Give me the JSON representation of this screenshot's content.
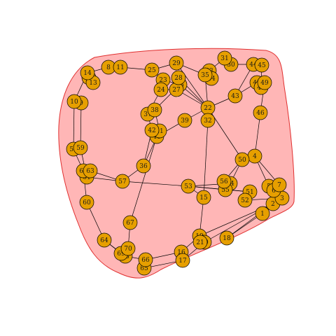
{
  "colors": {
    "node_fill": "#E69F00",
    "node_stroke": "#000000",
    "edge": "#000000",
    "group_fill": "#FFB6B6",
    "group_stroke": "#E03030"
  },
  "nodes": [
    "1",
    "2",
    "3",
    "4",
    "5",
    "6",
    "7",
    "8",
    "9",
    "10",
    "11",
    "12",
    "13",
    "14",
    "15",
    "16",
    "17",
    "18",
    "19",
    "20",
    "21",
    "22",
    "23",
    "24",
    "25",
    "26",
    "27",
    "28",
    "29",
    "30",
    "31",
    "32",
    "33",
    "34",
    "35",
    "36",
    "37",
    "38",
    "39",
    "40",
    "41",
    "42",
    "43",
    "44",
    "45",
    "46",
    "47",
    "48",
    "49",
    "50",
    "51",
    "52",
    "53",
    "54",
    "55",
    "56",
    "57",
    "58",
    "59",
    "60",
    "61",
    "62",
    "63",
    "64",
    "65",
    "66",
    "67",
    "68",
    "69",
    "70"
  ],
  "edges": [
    [
      "14",
      "13"
    ],
    [
      "14",
      "12"
    ],
    [
      "14",
      "8"
    ],
    [
      "12",
      "13"
    ],
    [
      "8",
      "11"
    ],
    [
      "11",
      "25"
    ],
    [
      "25",
      "29"
    ],
    [
      "14",
      "10"
    ],
    [
      "10",
      "9"
    ],
    [
      "10",
      "58"
    ],
    [
      "9",
      "59"
    ],
    [
      "58",
      "62"
    ],
    [
      "59",
      "61"
    ],
    [
      "62",
      "63"
    ],
    [
      "61",
      "63"
    ],
    [
      "62",
      "60"
    ],
    [
      "63",
      "57"
    ],
    [
      "61",
      "57"
    ],
    [
      "57",
      "53"
    ],
    [
      "60",
      "64"
    ],
    [
      "64",
      "69"
    ],
    [
      "64",
      "68"
    ],
    [
      "69",
      "70"
    ],
    [
      "70",
      "68"
    ],
    [
      "68",
      "66"
    ],
    [
      "66",
      "65"
    ],
    [
      "65",
      "17"
    ],
    [
      "66",
      "16"
    ],
    [
      "16",
      "17"
    ],
    [
      "16",
      "19"
    ],
    [
      "17",
      "20"
    ],
    [
      "19",
      "2"
    ],
    [
      "2",
      "20"
    ],
    [
      "19",
      "15"
    ],
    [
      "15",
      "53"
    ],
    [
      "2",
      "18"
    ],
    [
      "18",
      "1"
    ],
    [
      "1",
      "3"
    ],
    [
      "3",
      "52"
    ],
    [
      "52",
      "51"
    ],
    [
      "51",
      "55"
    ],
    [
      "55",
      "56"
    ],
    [
      "56",
      "54"
    ],
    [
      "54",
      "50"
    ],
    [
      "50",
      "4"
    ],
    [
      "4",
      "5"
    ],
    [
      "5",
      "6"
    ],
    [
      "4",
      "7"
    ],
    [
      "7",
      "3"
    ],
    [
      "6",
      "2"
    ],
    [
      "53",
      "54"
    ],
    [
      "53",
      "55"
    ],
    [
      "4",
      "46"
    ],
    [
      "46",
      "49"
    ],
    [
      "49",
      "47"
    ],
    [
      "47",
      "48"
    ],
    [
      "48",
      "45"
    ],
    [
      "45",
      "44"
    ],
    [
      "44",
      "30"
    ],
    [
      "30",
      "31"
    ],
    [
      "31",
      "33"
    ],
    [
      "33",
      "34"
    ],
    [
      "34",
      "35"
    ],
    [
      "35",
      "22"
    ],
    [
      "22",
      "32"
    ],
    [
      "32",
      "15"
    ],
    [
      "22",
      "43"
    ],
    [
      "43",
      "47"
    ],
    [
      "43",
      "44"
    ],
    [
      "22",
      "50"
    ],
    [
      "29",
      "22"
    ],
    [
      "28",
      "22"
    ],
    [
      "26",
      "22"
    ],
    [
      "27",
      "22"
    ],
    [
      "23",
      "26"
    ],
    [
      "23",
      "24"
    ],
    [
      "24",
      "37"
    ],
    [
      "28",
      "27"
    ],
    [
      "27",
      "24"
    ],
    [
      "29",
      "35"
    ],
    [
      "25",
      "23"
    ],
    [
      "38",
      "37"
    ],
    [
      "37",
      "42"
    ],
    [
      "38",
      "41"
    ],
    [
      "42",
      "40"
    ],
    [
      "41",
      "40"
    ],
    [
      "40",
      "39"
    ],
    [
      "41",
      "36"
    ],
    [
      "42",
      "36"
    ],
    [
      "36",
      "57"
    ],
    [
      "40",
      "67"
    ],
    [
      "67",
      "70"
    ],
    [
      "39",
      "22"
    ],
    [
      "38",
      "26"
    ],
    [
      "53",
      "51"
    ],
    [
      "56",
      "50"
    ]
  ]
}
